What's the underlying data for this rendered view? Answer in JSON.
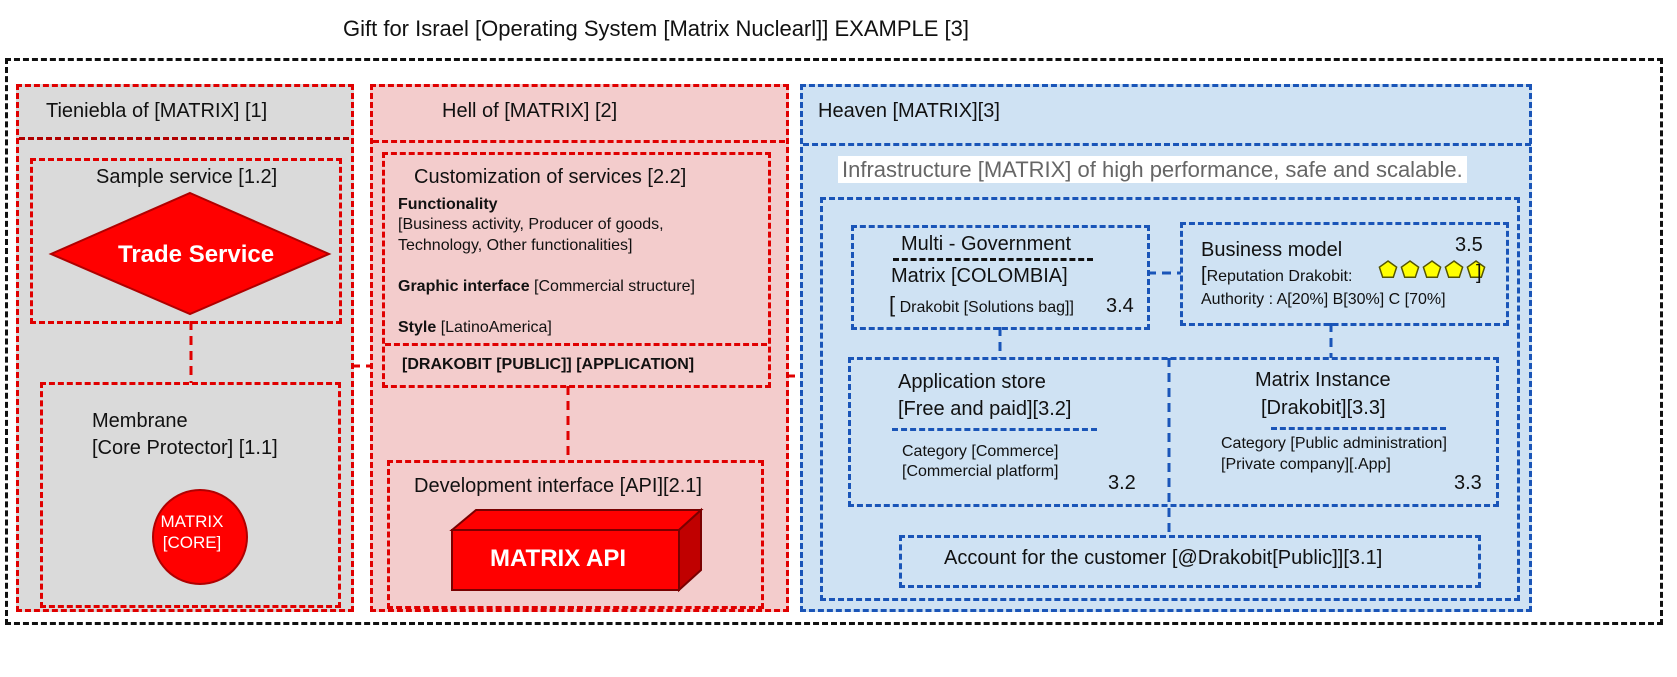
{
  "title": "Gift for Israel [Operating System [Matrix Nuclearl]] EXAMPLE [3]",
  "colors": {
    "red": "#e00000",
    "dark_red": "#b00000",
    "blue": "#1a55b8",
    "gray_panel": "#dadada",
    "pink_panel": "#f3cccc",
    "blue_panel": "#cfe2f3",
    "star": "#ffff00"
  },
  "column1": {
    "header": "Tieniebla of [MATRIX] [1]",
    "sample_service": {
      "title": "Sample service [1.2]",
      "diamond_label": "Trade Service"
    },
    "membrane": {
      "title_line1": "Membrane",
      "title_line2": "[Core Protector] [1.1]",
      "core_line1": "MATRIX",
      "core_line2": "[CORE]"
    }
  },
  "column2": {
    "header": "Hell of [MATRIX] [2]",
    "customization": {
      "title": "Customization of services [2.2]",
      "functionality_label": "Functionality",
      "functionality_line1": "[Business activity, Producer of goods,",
      "functionality_line2": "Technology, Other functionalities]",
      "graphic_label": "Graphic interface",
      "graphic_value": " [Commercial structure]",
      "style_label": "Style",
      "style_value": " [LatinoAmerica]",
      "application": "[DRAKOBIT [PUBLIC]] [APPLICATION]"
    },
    "dev_interface": {
      "title": "Development interface [API][2.1]",
      "box_label": "MATRIX API"
    }
  },
  "column3": {
    "header": "Heaven [MATRIX][3]",
    "infrastructure": "Infrastructure [MATRIX] of high performance, safe and scalable.",
    "multi_government": {
      "line1": "Multi - Government",
      "line2": "Matrix [COLOMBIA]",
      "line3_bracket": "[",
      "line3_text": " Drakobit [Solutions bag]]",
      "number": "3.4"
    },
    "business_model": {
      "title": "Business model",
      "number": "3.5",
      "reputation_bracket": "[",
      "reputation": "Reputation Drakobit:",
      "authority": "Authority : A[20%] B[30%] C [70%]",
      "close_bracket": "]",
      "stars": 5
    },
    "application_store": {
      "line1": "Application store",
      "line2": "[Free and paid][3.2]",
      "category1": "Category [Commerce]",
      "category2": "[Commercial platform]",
      "number": "3.2"
    },
    "matrix_instance": {
      "line1": "Matrix Instance",
      "line2": "[Drakobit][3.3]",
      "category1": "Category [Public administration]",
      "category2": "[Private company][.App]",
      "number": "3.3"
    },
    "account": "Account for the customer [@Drakobit[Public]][3.1]"
  }
}
